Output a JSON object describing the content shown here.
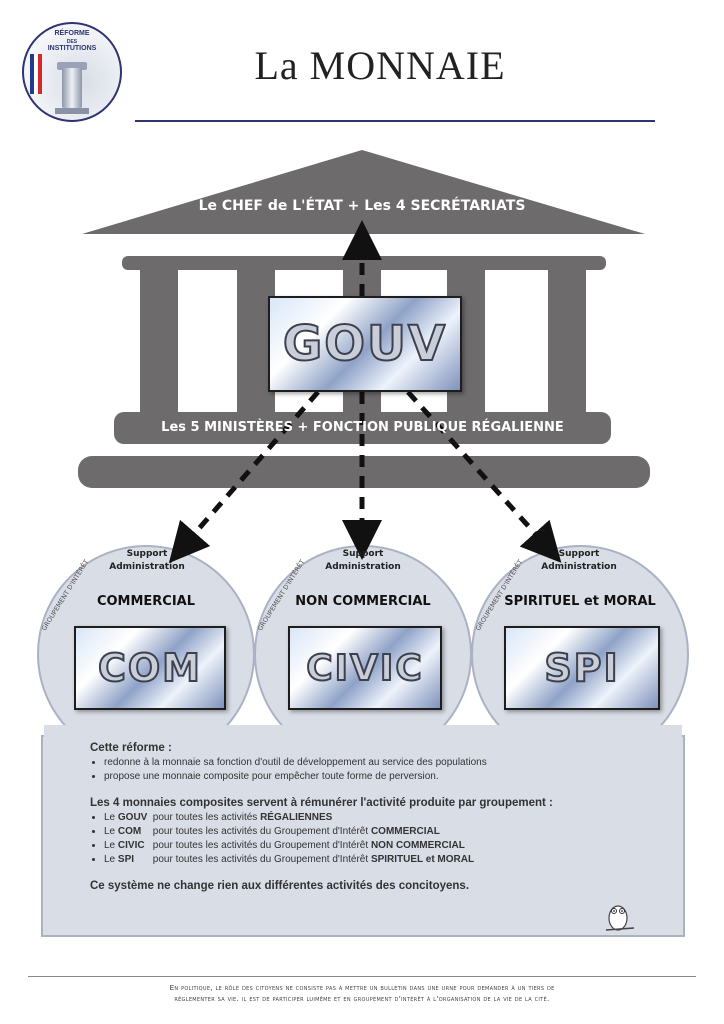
{
  "header": {
    "title": "La MONNAIE",
    "logo_line1": "RÉFORME",
    "logo_line2": "DES",
    "logo_line3": "INSTITUTIONS",
    "flag_colors": [
      "#1f3b8f",
      "#ffffff",
      "#d62828"
    ]
  },
  "building": {
    "roof_label": "Le CHEF de L'ÉTAT + Les 4 SECRÉTARIATS",
    "ministry_label": "Les 5 MINISTÈRES + FONCTION PUBLIQUE RÉGALIENNE",
    "gouv_chip": "GOUV",
    "color": "#6d6b6c"
  },
  "groups": [
    {
      "name": "COMMERCIAL",
      "chip": "COM",
      "support_line1": "Support",
      "support_line2": "Administration",
      "vertical_label": "GROUPEMENT D'INTÉRÊT"
    },
    {
      "name": "NON COMMERCIAL",
      "chip": "CIVIC",
      "support_line1": "Support",
      "support_line2": "Administration",
      "vertical_label": "GROUPEMENT D'INTÉRÊT"
    },
    {
      "name": "SPIRITUEL et MORAL",
      "chip": "SPI",
      "support_line1": "Support",
      "support_line2": "Administration",
      "vertical_label": "GROUPEMENT D'INTÉRÊT"
    }
  ],
  "text": {
    "reform_title": "Cette réforme :",
    "reform_bullets": [
      "redonne à la monnaie sa fonction d'outil de développement au service des populations",
      "propose une monnaie composite pour empêcher toute forme de perversion."
    ],
    "currencies_title": "Les 4 monnaies composites servent à rémunérer l'activité produite par groupement :",
    "currencies": [
      {
        "prefix": "Le",
        "code": "GOUV",
        "text": "pour toutes les activités",
        "emph": "RÉGALIENNES"
      },
      {
        "prefix": "Le",
        "code": "COM",
        "text": "pour toutes les activités du Groupement d'Intérêt",
        "emph": "COMMERCIAL"
      },
      {
        "prefix": "Le",
        "code": "CIVIC",
        "text": "pour toutes les activités du Groupement d'Intérêt",
        "emph": "NON COMMERCIAL"
      },
      {
        "prefix": "Le",
        "code": "SPI",
        "text": "pour toutes les activités du Groupement d'Intérêt",
        "emph": "SPIRITUEL et MORAL"
      }
    ],
    "closing": "Ce système ne change rien aux différentes activités des concitoyens."
  },
  "footer": {
    "line1": "En politique, le rôle des citoyens ne consiste pas à mettre un bulletin dans une urne pour demander à un tiers de",
    "line2": "réglementer sa vie. il est de participer luimême et en groupement d'intérêt à l'organisation de la vie de la cité."
  }
}
